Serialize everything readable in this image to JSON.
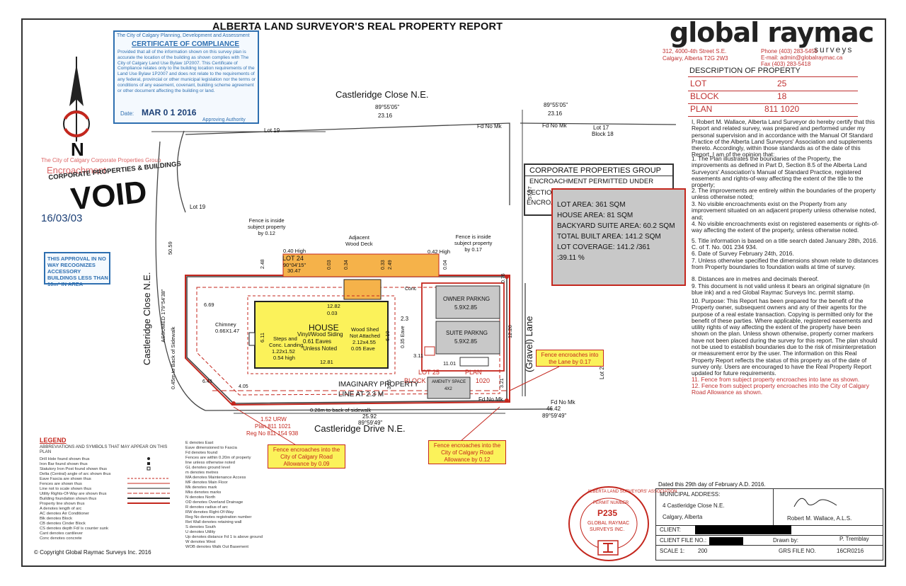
{
  "report_title": "ALBERTA LAND SURVEYOR'S REAL PROPERTY REPORT",
  "firm": {
    "logo_text": "global raymac",
    "logo_sub": "surveys",
    "address_line1": "312, 4000-4th Street S.E.",
    "address_line2": "Calgary, Alberta T2G 2W3",
    "phone": "Phone (403) 283-5455",
    "email": "E-mail: admin@globalraymac.ca",
    "fax": "Fax (403) 283-5418"
  },
  "description": {
    "heading": "DESCRIPTION OF PROPERTY",
    "rows": [
      {
        "label": "LOT",
        "value": "25"
      },
      {
        "label": "BLOCK",
        "value": "18"
      },
      {
        "label": "PLAN",
        "value": "811 1020"
      }
    ]
  },
  "certification": {
    "intro": "I, Robert M. Wallace, Alberta Land Surveyor do hereby certify that this Report and related survey, was prepared and performed under my personal supervision and in accordance with the Manual Of Standard Practice of the Alberta Land Surveyors' Association and supplements thereto. Accordingly, within those standards as of the date of this Report, I am of the opinion that:",
    "items": [
      "1. The Plan illustrates the boundaries of the Property, the improvements as defined in Part D, Section 8.5 of the Alberta Land Surveyors' Association's Manual of Standard Practice, registered easements and rights-of-way affecting the extent of the title to the property;",
      "2. The improvements are entirely within the boundaries of the property unless otherwise noted;",
      "3. No visible encroachments exist on the Property from any improvement situated on an adjacent property unless otherwise noted, and;",
      "4. No visible encroachments exist on registered easements or rights-of-way affecting the extent of the property, unless otherwise noted.",
      "5. Title information is based on a title search dated January 28th, 2016. C. of T. No. 001 234 934.",
      "6. Date of Survey February 24th, 2016.",
      "7. Unless otherwise specified the dimensions shown relate to distances from Property boundaries to foundation walls at time of survey.",
      "8. Distances are in metres and decimals thereof.",
      "9. This document is not valid unless it bears an original signature (in blue ink) and a red Global Raymac Surveys Inc. permit stamp.",
      "10. Purpose: This Report has been prepared for the benefit of the Property owner, subsequent owners and any of their agents for the purpose of a real estate transaction. Copying is permitted only for the benefit of these parties. Where applicable, registered easements and utility rights of way affecting the extent of the property have been shown on the plan. Unless shown otherwise, property corner markers have not been placed during the survey for this report. The plan should not be used to establish boundaries due to the risk of misinterpretation or measurement error by the user. The information on this Real Property Report reflects the status of this property as of the date of survey only. Users are encouraged to have the Real Property Report updated for future requirements."
    ],
    "red_items": [
      "11. Fence from subject property encroaches into lane as shown.",
      "12. Fence from subject property encroaches into the City of Calgary Road Allowance as shown."
    ]
  },
  "compliance_stamp": {
    "header": "The City of Calgary Planning, Development and Assessment",
    "title": "CERTIFICATE OF COMPLIANCE",
    "body": "Provided that all of the information shown on this survey plan is accurate the location of the building as shown complies with The City of Calgary Land Use Bylaw 1P2007. This Certificate of Compliance relates only to the building location requirements of the Land Use Bylaw 1P2007 and does not relate to the requirements of any federal, provincial or other municipal legislation nor the terms or conditions of any easement, covenant, building scheme agreement or other document affecting the building or land.",
    "date": "MAR 0 1 2016",
    "date_label": "Date:",
    "authority": "Approving Authority"
  },
  "void_stamp": {
    "header": "The City of Calgary Corporate Properties Group",
    "line1": "Encroachment",
    "line2": "CORPORATE PROPERTIES & BUILDINGS",
    "void": "VOID",
    "date": "16/03/03"
  },
  "approval_box": "THIS APPROVAL IN NO WAY RECOGNIZES ACCESSORY BUILDINGS LESS THAN 10m² IN AREA",
  "corp_group": {
    "title": "CORPORATE PROPERTIES GROUP",
    "line1": "ENCROACHMENT PERMITTED UNDER",
    "line2": "SECTION",
    "line3": "ENCROA"
  },
  "areas": {
    "lot_area": "LOT AREA: 361  SQM",
    "house_area": "HOUSE AREA: 81 SQM",
    "backyard": "BACKYARD SUITE AREA: 60.2  SQM",
    "total": "TOTAL BUILT AREA: 141.2 SQM",
    "coverage": "LOT COVERAGE: 141.2 /361",
    "pct": ":39.11 %"
  },
  "plan": {
    "street_top": "Castleridge Close N.E.",
    "street_left": "Castleridge Close N.E.",
    "street_bottom": "Castleridge Drive N.E.",
    "lane": "(Gravel) Lane",
    "bearing_top1": "89°55'05\"",
    "dist_top1": "23.16",
    "bearing_top2": "89°55'05\"",
    "dist_top2": "23.16",
    "lot19_a": "Lot 19",
    "lot19_b": "Lot 19",
    "lot17": "Lot 17",
    "block18": "Block 18",
    "lot29": "Lot 29",
    "fd_no_mk1": "Fd No Mk",
    "fd_no_mk2": "Fd No Mk",
    "fd_no_mk3": "Fd No Mk",
    "lot24": "LOT 24",
    "lot24_bearing": "90°04'15\"",
    "lot24_dist": "30.47",
    "lot25": "LOT 25",
    "block": "BLOCK",
    "plan_label": "PLAN",
    "plan_no": "1020",
    "house": "HOUSE",
    "house_sub1": "Vinyl/Wood Siding",
    "house_sub2": "0.61 Eaves",
    "house_sub3": "Unless Noted",
    "dim_1282": "12.82",
    "dim_003": "0.03",
    "dim_1281": "12.81",
    "dim_611": "6.11",
    "dim_610": "6.10",
    "dim_669": "6.69",
    "chimney": "Chimney",
    "chimney_dim": "0.66X1.47",
    "steps": "Steps and",
    "steps2": "Conc. Landing",
    "steps3": "1.22x1.52",
    "steps4": "0.54 high",
    "wood_shed": "Wood Shed",
    "wood_shed2": "Not Attached",
    "wood_shed3": "2.12x4.55",
    "wood_shed4": "0.05 Eave",
    "deck": "Adjacent",
    "deck2": "Wood Deck",
    "fence_left": "Fence is inside",
    "fence_left2": "subject property",
    "fence_left3": "by 0.12",
    "fence_right": "Fence is inside",
    "fence_right2": "subject property",
    "fence_right3": "by 0.17",
    "high_040": "0.40 High",
    "high_042": "0.42 High",
    "d_248": "2.48",
    "d_003a": "0.03",
    "d_034": "0.34",
    "d_033": "0.33",
    "d_249": "2.49",
    "d_004": "0.04",
    "conc": "Conc",
    "owner_parking": "OWNER PARKNG",
    "owner_parking_dim": "5.9X2.85",
    "suite_parking": "SUITE PARKNG",
    "suite_parking_dim": "5.9X2.85",
    "d_23": "2.3",
    "d_035": "0.35 Eave",
    "d_311": "3.11",
    "d_1101": "11.01",
    "d_1220": "12.20",
    "d_5797": "57.97",
    "d_5059": "50.59",
    "amenity": "AMENITY SPACE",
    "amenity_dim": "4X2",
    "imaginary": "IMAGINARY PROPERTY",
    "imaginary2": "LINE AT 2.3 M",
    "sidewalk_left": "0.45m to Back of Sidewalk",
    "sidewalk_bottom": "0.28m to back of sidewalk",
    "bottom_dist": "25.92",
    "bottom_bearing": "89°59'49\"",
    "bottom_dist2": "46.42",
    "bottom_bearing2": "89°59'49\"",
    "urw": "1.52 URW",
    "urw2": "Plan 811 1021",
    "urw3": "Reg No 811 154 938",
    "assumed": "ASSUMED 179°54'38\"",
    "d_649": "6.49",
    "d_405": "4.05",
    "d_365": "3.65",
    "d_075": "0.76",
    "d_321": "3.21"
  },
  "callouts": {
    "lane": "Fence encroaches into the Lane by 0.17",
    "road1": "Fence encroaches into the City of Calgary Road Allowance by 0.09",
    "road2": "Fence encroaches into the City of Calgary Road Allowance by 0.12"
  },
  "legend": {
    "title": "LEGEND",
    "subtitle": "ABBREVIATIONS AND SYMBOLS THAT MAY APPEAR ON THIS PLAN",
    "symbols": [
      "Drill Hole found shown thus",
      "Iron Bar found shown thus",
      "Statutory Iron Post found shown thus",
      "Delta (Central) angle of arc shown thus",
      "Eave Fascia are shown thus",
      "Fences are shown thus",
      "Line not to scale shown thus",
      "Utility Rights-Of-Way are shown thus",
      "Building foundation shown thus",
      "Property line shown thus",
      "A denotes length of arc",
      "AC denotes Air Conditioner",
      "Blk denotes Block",
      "CB denotes Cinder Block",
      "CS denotes depth Fd/ is counter sunk",
      "Cant denotes cantilever",
      "Conc denotes concrete"
    ],
    "abbrs": [
      "E denotes East",
      "Eave dimensioned to Fascia",
      "Fd denotes found",
      "Fences are within 0.20m of property",
      "line unless otherwise noted",
      "GL denotes ground level",
      "m denotes metres",
      "MA denotes Maintenance Access",
      "MF denotes Main Floor",
      "Mk denotes mark",
      "Mks denotes marks",
      "N denotes North",
      "OD denotes Overland Drainage",
      "R denotes radius of arc",
      "RW denotes Right-Of-Way",
      "Reg No denotes registration number",
      "Ret Wall denotes retaining wall",
      "S denotes South",
      "U denotes Utility",
      "Up denotes distance Fd 1 is above ground",
      "W denotes West",
      "WOB denotes Walk Out Basement"
    ],
    "copyright": "© Copyright Global Raymac Surveys Inc. 2016"
  },
  "permit_stamp": {
    "ring_text": "ALBERTA LAND SURVEYORS' ASSOCIATION",
    "permit": "PERMIT NUMBER",
    "number": "P235",
    "firm": "GLOBAL RAYMAC",
    "firm2": "SURVEYS INC."
  },
  "title_block": {
    "dated": "Dated this 29th day of February A.D. 2016.",
    "municipal_label": "MUNICIPAL ADDRESS:",
    "address1": "4 Castleridge Close N.E.",
    "address2": "Calgary, Alberta",
    "surveyor": "Robert M. Wallace, A.L.S.",
    "client_label": "CLIENT:",
    "client_file_label": "CLIENT FILE NO.:",
    "drawn_label": "Drawn by:",
    "drawn_value": "P. Tremblay",
    "scale_label": "SCALE 1:",
    "scale_value": "200",
    "grs_label": "GRS FILE NO.",
    "grs_value": "16CR0216"
  },
  "north": "N",
  "colors": {
    "red": "#c4271e",
    "blue": "#2e6fb0",
    "house_yellow": "#fbf25a",
    "deck_orange": "#f5b24a",
    "grey_box": "#c8c8c8"
  }
}
